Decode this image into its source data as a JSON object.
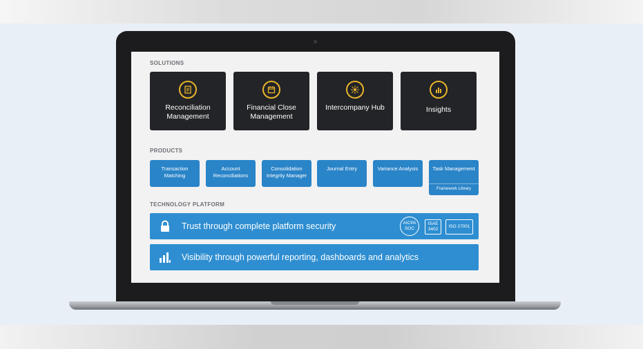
{
  "solutions": {
    "heading": "SOLUTIONS",
    "cards": [
      {
        "label": "Reconciliation Management",
        "icon": "document-icon"
      },
      {
        "label": "Financial Close Management",
        "icon": "calendar-icon"
      },
      {
        "label": "Intercompany Hub",
        "icon": "network-hub-icon"
      },
      {
        "label": "Insights",
        "icon": "bar-chart-icon"
      }
    ]
  },
  "products": {
    "heading": "PRODUCTS",
    "cards": [
      {
        "label": "Transaction Matching"
      },
      {
        "label": "Account Reconciliations"
      },
      {
        "label": "Consolidation Integrity Manager"
      },
      {
        "label": "Journal Entry"
      },
      {
        "label": "Variance Analysis"
      },
      {
        "label": "Task Management",
        "sub": "Framework Library"
      }
    ]
  },
  "platform": {
    "heading": "TECHNOLOGY PLATFORM",
    "security_text": "Trust through complete platform security",
    "security_icon": "lock-icon",
    "badges": {
      "aicpa": "AICPA SOC",
      "isae": "ISAE 3402",
      "iso": "ISO 27001"
    },
    "reporting_text": "Visibility through powerful reporting, dashboards and analytics",
    "reporting_icon": "bar-chart-icon"
  },
  "colors": {
    "solution_card": "#232427",
    "solution_icon_accent": "#e9b52a",
    "product_card": "#2a84c8",
    "platform_bar": "#2e8ed1"
  }
}
